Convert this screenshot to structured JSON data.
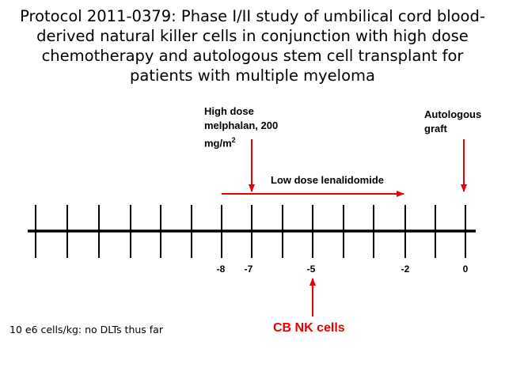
{
  "title": {
    "line1": "Protocol 2011-0379: Phase I/II study of umbilical cord blood-",
    "line2": "derived natural killer cells in conjunction with high dose",
    "line3": "chemotherapy and autologous stem cell transplant for",
    "line4": "patients with multiple myeloma"
  },
  "labels": {
    "melphalan_line1": "High dose",
    "melphalan_line2": "melphalan, 200",
    "melphalan_line3": "mg/m",
    "melphalan_sup": "2",
    "autologous_line1": "Autologous",
    "autologous_line2": "graft",
    "lenalidomide": "Low dose lenalidomide",
    "cb_nk": "CB NK cells",
    "note": "10 e6 cells/kg: no DLTs thus far"
  },
  "timeline": {
    "day_labels": [
      "-8",
      "-7",
      "-5",
      "-2",
      "0"
    ]
  },
  "colors": {
    "arrow": "#e60000",
    "axis": "#000000"
  }
}
